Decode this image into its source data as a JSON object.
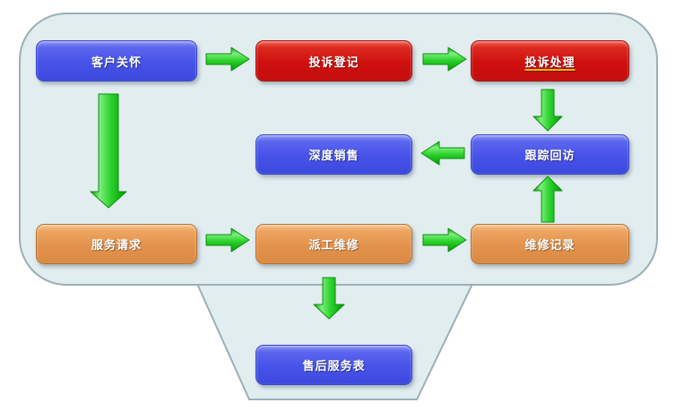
{
  "diagram": {
    "type": "flowchart",
    "background_panel_color": "#e2edf0",
    "panel_border_color": "#9ab0b6",
    "arrow_color": "#1fc31f",
    "node_colors": {
      "blue": "#4652e8",
      "red": "#ce100f",
      "orange": "#e3924d"
    },
    "nodes": [
      {
        "id": "customer-care",
        "label": "客户关怀",
        "color": "blue",
        "underlined": false
      },
      {
        "id": "complaint-register",
        "label": "投诉登记",
        "color": "red",
        "underlined": false
      },
      {
        "id": "complaint-handling",
        "label": "投诉处理",
        "color": "red",
        "underlined": true
      },
      {
        "id": "deep-sales",
        "label": "深度销售",
        "color": "blue",
        "underlined": false
      },
      {
        "id": "follow-up-visit",
        "label": "跟踪回访",
        "color": "blue",
        "underlined": false
      },
      {
        "id": "service-request",
        "label": "服务请求",
        "color": "orange",
        "underlined": false
      },
      {
        "id": "dispatch-repair",
        "label": "派工维修",
        "color": "orange",
        "underlined": false
      },
      {
        "id": "repair-record",
        "label": "维修记录",
        "color": "orange",
        "underlined": false
      },
      {
        "id": "after-sales-form",
        "label": "售后服务表",
        "color": "blue",
        "underlined": false
      }
    ],
    "edges": [
      {
        "from": "customer-care",
        "to": "complaint-register",
        "direction": "right"
      },
      {
        "from": "complaint-register",
        "to": "complaint-handling",
        "direction": "right"
      },
      {
        "from": "complaint-handling",
        "to": "follow-up-visit",
        "direction": "down"
      },
      {
        "from": "follow-up-visit",
        "to": "deep-sales",
        "direction": "left"
      },
      {
        "from": "customer-care",
        "to": "service-request",
        "direction": "down"
      },
      {
        "from": "service-request",
        "to": "dispatch-repair",
        "direction": "right"
      },
      {
        "from": "dispatch-repair",
        "to": "repair-record",
        "direction": "right"
      },
      {
        "from": "repair-record",
        "to": "follow-up-visit",
        "direction": "up"
      },
      {
        "from": "dispatch-repair",
        "to": "after-sales-form",
        "direction": "down"
      }
    ]
  }
}
